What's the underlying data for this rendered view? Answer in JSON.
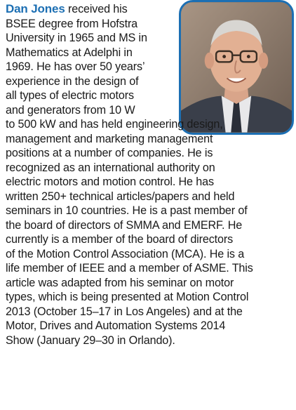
{
  "bio": {
    "name": "Dan Jones",
    "lines": [
      " received his",
      "BSEE degree from Hofstra",
      "University in 1965 and MS in",
      "Mathematics at Adelphi in",
      "1969. He has over 50 years’",
      "experience in the design of",
      "all types of electric motors",
      "and generators from 10 W",
      "to 500 kW and has held engineering design,",
      "management and marketing management",
      "positions at a number of companies. He is",
      "recognized as an international authority on",
      "electric motors and motion control. He has",
      "written 250+ technical articles/papers and held",
      "seminars in 10 countries. He is a past member of",
      "the board of directors of SMMA and EMERF. He",
      "currently is a member of the board of directors",
      "of the Motion Control Association (MCA). He is a",
      "life member of IEEE and a member of ASME. This",
      "article was adapted from his seminar on motor",
      "types, which is being presented at Motion Control",
      "2013 (October 15–17 in Los Angeles) and at the",
      "Motor, Drives and Automation Systems 2014",
      " Show (January 29–30 in Orlando)."
    ]
  },
  "colors": {
    "name_accent": "#1c6fb3",
    "photo_border": "#1c6fb3"
  }
}
